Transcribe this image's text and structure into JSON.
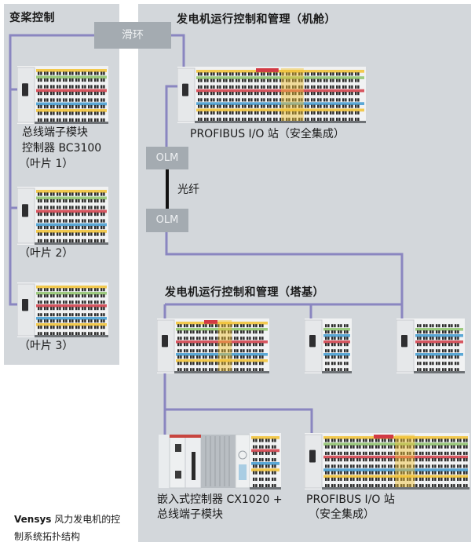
{
  "left_panel": {
    "title": "变桨控制",
    "module1_label_line1": "总线端子模块",
    "module1_label_line2": "控制器 BC3100",
    "module1_label_line3": "（叶片 1）",
    "module2_label": "（叶片 2）",
    "module3_label": "（叶片 3）"
  },
  "slip_ring": {
    "label": "滑环"
  },
  "nacelle": {
    "title": "发电机运行控制和管理（机舱）",
    "station_label": "PROFIBUS I/O 站（安全集成）"
  },
  "olm_top": {
    "label": "OLM"
  },
  "fiber": {
    "label": "光纤"
  },
  "olm_bottom": {
    "label": "OLM"
  },
  "tower": {
    "title": "发电机运行控制和管理（塔基）",
    "embedded_label_line1": "嵌入式控制器 CX1020 +",
    "embedded_label_line2": "总线端子模块",
    "station_label_line1": "PROFIBUS I/O 站",
    "station_label_line2": "（安全集成）"
  },
  "caption": {
    "brand": "Vensys",
    "line1_rest": " 风力发电机的控",
    "line2": "制系统拓扑结构"
  },
  "colors": {
    "panel_bg": "#d3d7db",
    "bus_line": "#8a86c0",
    "fiber_line": "#111111",
    "box_bg": "#a4abb1",
    "terminal_yellow": "#f2c230",
    "terminal_green": "#8ec46a",
    "terminal_red": "#d23a44",
    "terminal_blue": "#3f9bd0",
    "terminal_orange": "#e8944a"
  }
}
